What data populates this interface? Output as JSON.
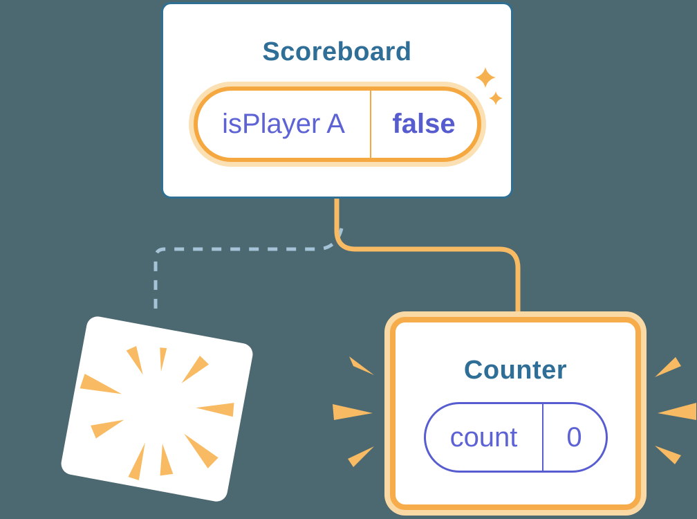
{
  "diagram": {
    "background_color": "#4C6870",
    "scoreboard": {
      "title": "Scoreboard",
      "state": {
        "key": "isPlayer A",
        "value": "false"
      }
    },
    "counter": {
      "title": "Counter",
      "state": {
        "key": "count",
        "value": "0"
      }
    },
    "colors": {
      "card_border_blue": "#2F6F94",
      "title_blue": "#2F6E96",
      "state_purple": "#5D62D4",
      "accent_orange": "#F5A840",
      "glow_cream": "#FBE0B4",
      "connector_orange": "#F8BB63",
      "removed_connector_blue": "#A5C3D6"
    },
    "icons": [
      "sparkles-icon",
      "poof-burst-icon",
      "emphasis-marks-icon"
    ]
  }
}
